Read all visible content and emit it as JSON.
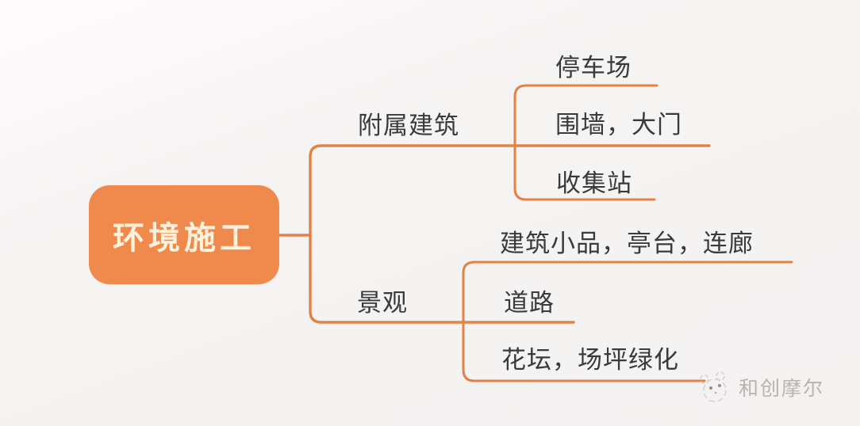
{
  "colors": {
    "accent_line": "#E28247",
    "root_fill": "#F08A4C",
    "root_text_color": "#FBF1DC",
    "branch_text_color": "#3A3A3C",
    "watermark_color": "#B2AEAB"
  },
  "mindmap": {
    "root": {
      "label": "环境施工"
    },
    "branches": [
      {
        "label": "附属建筑",
        "children": [
          {
            "label": "停车场"
          },
          {
            "label": "围墙，大门"
          },
          {
            "label": "收集站"
          }
        ]
      },
      {
        "label": "景观",
        "children": [
          {
            "label": "建筑小品，亭台，连廊"
          },
          {
            "label": "道路"
          },
          {
            "label": "花坛，场坪绿化"
          }
        ]
      }
    ]
  },
  "watermark": {
    "label": "和创摩尔",
    "logo": "panda-sketch-icon"
  }
}
